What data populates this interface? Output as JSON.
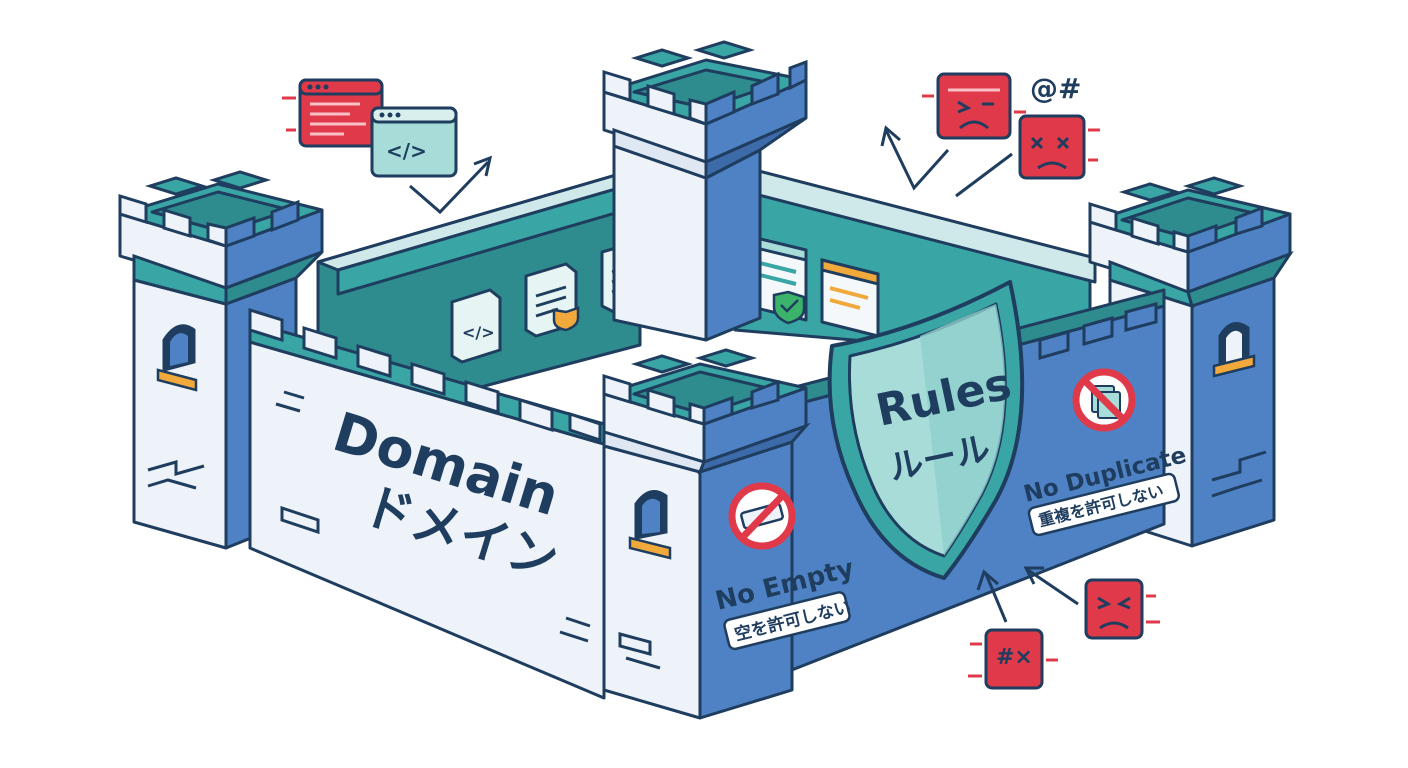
{
  "colors": {
    "outline": "#1f3d5f",
    "white_wall": "#eef3f9",
    "white_wall_shade": "#dfe8f2",
    "blue_wall": "#4f82c4",
    "blue_wall_dark": "#3d6aa8",
    "teal": "#3aa5a5",
    "teal_dark": "#2e8b8e",
    "teal_light": "#a7dcd9",
    "red": "#e0394a",
    "yellow": "#f2a93b",
    "green": "#3bb36b"
  },
  "labels": {
    "domain_en": "Domain",
    "domain_ja": "ドメイン",
    "rules_en": "Rules",
    "rules_ja": "ルール",
    "no_empty_en": "No Empty",
    "no_empty_ja": "空を許可しない",
    "no_duplicate_en": "No Duplicate",
    "no_duplicate_ja": "重複を許可しない",
    "code_tag": "</>",
    "doc_code_tag": "</>",
    "curse_symbols": "@#",
    "curse_hash": "#",
    "curse_face": "#×"
  },
  "icons": {
    "castle": "castle-icon",
    "shield": "shield-icon",
    "code_window": "code-window-icon",
    "angry_face": "angry-face-icon",
    "dead_face": "dead-face-icon",
    "prohibited": "prohibited-icon",
    "document": "document-icon",
    "check_shield": "check-shield-icon",
    "arrow": "arrow-icon"
  }
}
